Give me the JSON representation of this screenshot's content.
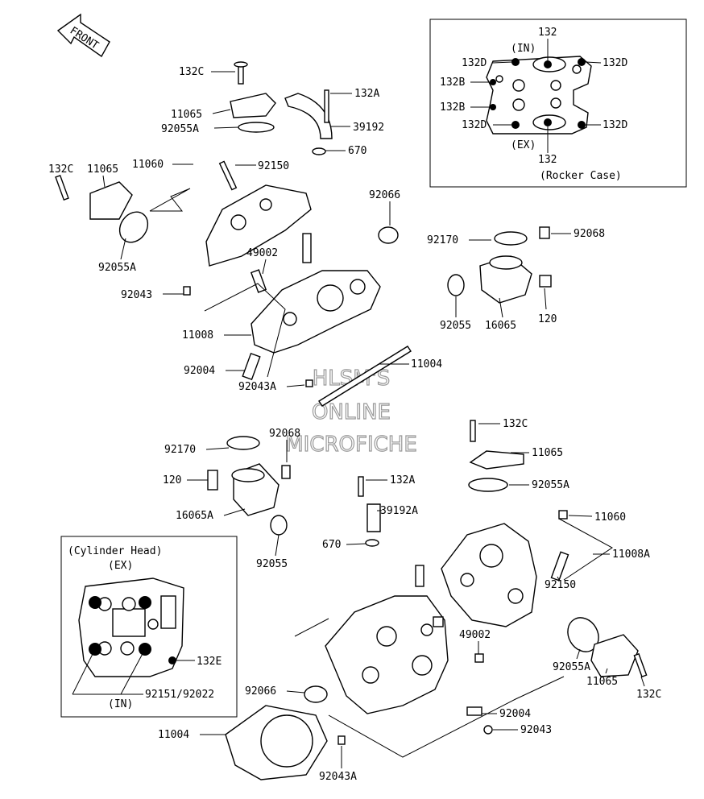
{
  "front_label": "FRONT",
  "watermark": [
    "HLSM'S",
    "ONLINE",
    "MICROFICHE"
  ],
  "rocker_case_inset": {
    "title": "(Rocker Case)",
    "top_part": "132",
    "top_side": "(IN)",
    "bottom_side": "(EX)",
    "bottom_part": "132",
    "labels": [
      "132D",
      "132D",
      "132B",
      "132B",
      "132D",
      "132D"
    ]
  },
  "cylinder_head_inset": {
    "title": "(Cylinder Head)",
    "top_side": "(EX)",
    "bottom_side": "(IN)",
    "labels": [
      "132E",
      "92151/92022"
    ]
  },
  "callouts": {
    "c132C_a": "132C",
    "c11065_a": "11065",
    "c92055A_a": "92055A",
    "c132A_a": "132A",
    "c39192": "39192",
    "c670_a": "670",
    "c11060_a": "11060",
    "c92150_a": "92150",
    "c132C_b": "132C",
    "c11065_b": "11065",
    "c92066_a": "92066",
    "c92170_a": "92170",
    "c92068_a": "92068",
    "c49002_a": "49002",
    "c92055A_b": "92055A",
    "c92043_a": "92043",
    "c92055_a": "92055",
    "c16065": "16065",
    "c120_a": "120",
    "c11008": "11008",
    "c11004_a": "11004",
    "c92004_a": "92004",
    "c92043A_a": "92043A",
    "c132C_c": "132C",
    "c11065_c": "11065",
    "c92170_b": "92170",
    "c92068_b": "92068",
    "c92055A_c": "92055A",
    "c132A_b": "132A",
    "c120_b": "120",
    "c39192A": "39192A",
    "c16065A": "16065A",
    "c11060_b": "11060",
    "c670_b": "670",
    "c11008A": "11008A",
    "c92055_b": "92055",
    "c92150_b": "92150",
    "c49002_b": "49002",
    "c92055A_d": "92055A",
    "c11065_d": "11065",
    "c92066_b": "92066",
    "c132C_d": "132C",
    "c92004_b": "92004",
    "c11004_b": "11004",
    "c92043_b": "92043",
    "c92043A_b": "92043A"
  }
}
